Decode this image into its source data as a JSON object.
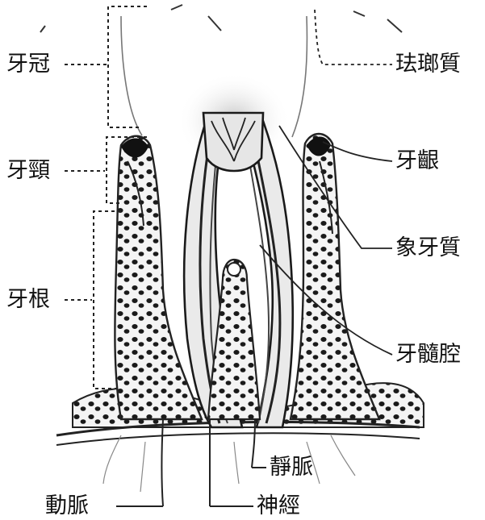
{
  "labels": {
    "crown": "牙冠",
    "neck": "牙頸",
    "root": "牙根",
    "enamel": "珐瑯質",
    "gum": "牙齦",
    "dentin": "象牙質",
    "pulp_cavity": "牙髓腔",
    "vein": "靜脈",
    "artery": "動脈",
    "nerve": "神經"
  },
  "colors": {
    "ink": "#111111",
    "tissue_gray": "#9a9a9a",
    "pulp_shade": "#c8c8c8"
  }
}
